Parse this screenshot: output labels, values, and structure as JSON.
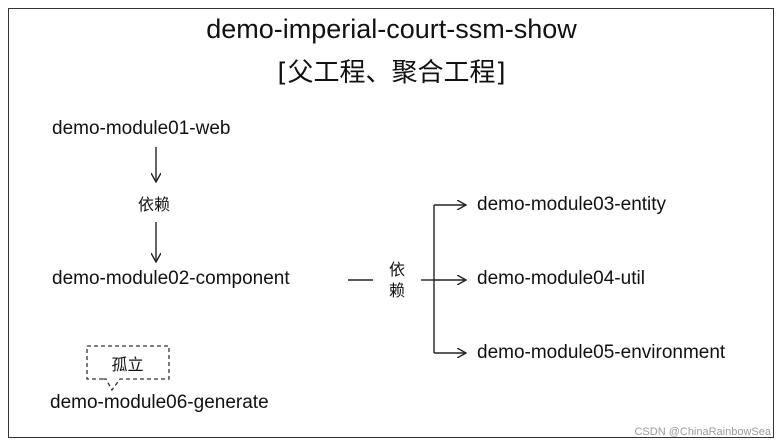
{
  "title": {
    "line1": "demo-imperial-court-ssm-show",
    "line2": "[父工程、聚合工程]"
  },
  "nodes": {
    "module01": "demo-module01-web",
    "module02": "demo-module02-component",
    "module03": "demo-module03-entity",
    "module04": "demo-module04-util",
    "module05": "demo-module05-environment",
    "module06": "demo-module06-generate"
  },
  "relations": {
    "depends_label": "依赖",
    "depends_label_vertical": "依 赖",
    "isolated_label": "孤立"
  },
  "watermark": "CSDN @ChinaRainbowSea",
  "colors": {
    "line": "#222222",
    "text": "#111111",
    "watermark": "#9a9a9a"
  }
}
